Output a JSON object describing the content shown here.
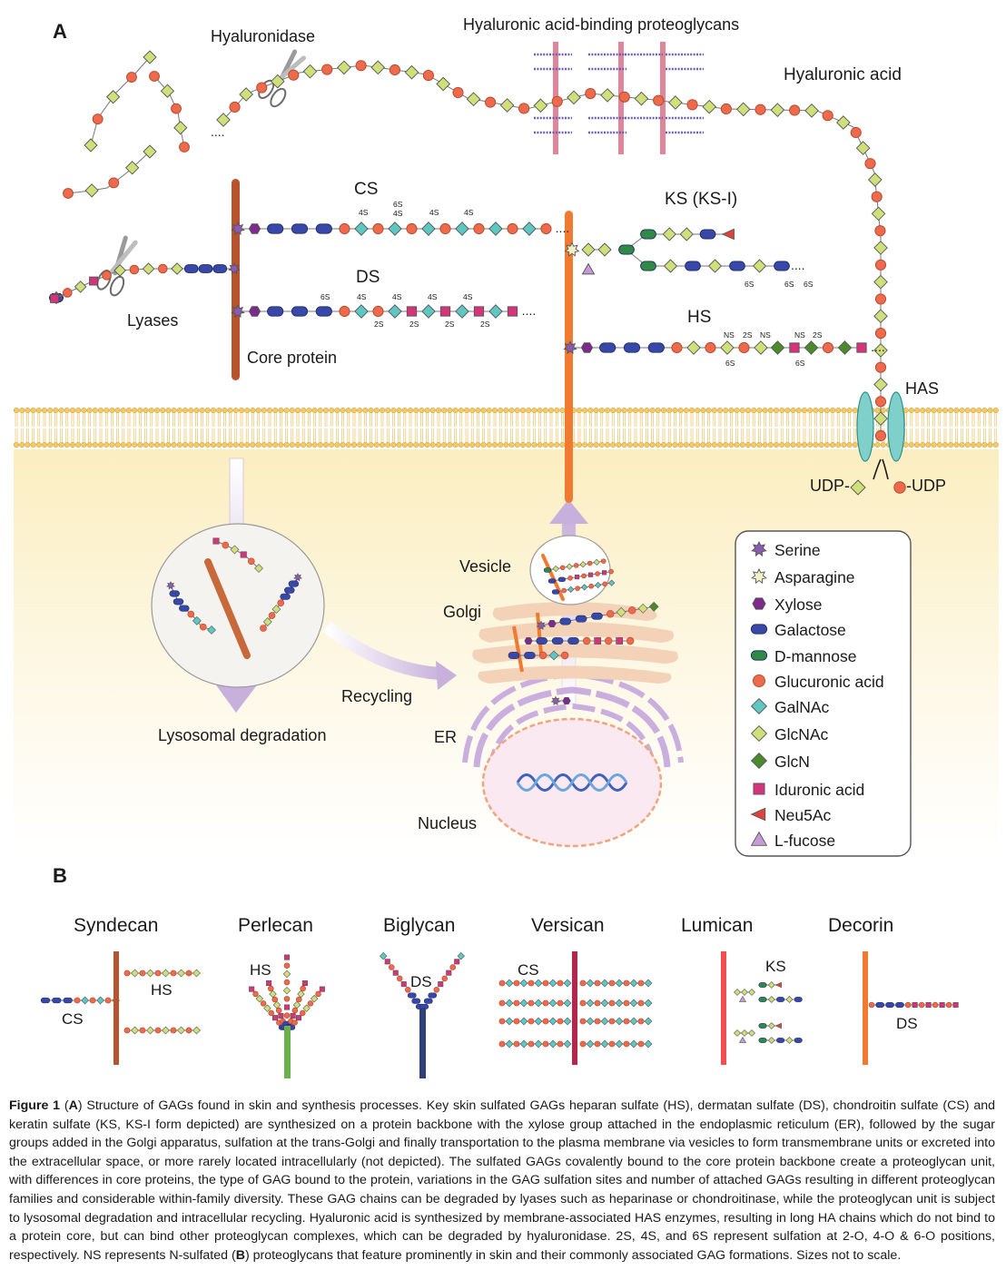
{
  "panel_a": {
    "letter": "A",
    "labels": {
      "hyaluronidase": "Hyaluronidase",
      "ha_binding": "Hyaluronic acid-binding proteoglycans",
      "hyaluronic_acid": "Hyaluronic acid",
      "cs": "CS",
      "ds": "DS",
      "ks": "KS (KS-I)",
      "hs": "HS",
      "lyases": "Lyases",
      "core_protein": "Core protein",
      "has": "HAS",
      "udp_left": "UDP-",
      "udp_right": "-UDP",
      "vesicle": "Vesicle",
      "golgi": "Golgi",
      "recycling": "Recycling",
      "lysosomal": "Lysosomal degradation",
      "er": "ER",
      "nucleus": "Nucleus"
    },
    "sulfation": {
      "s2": "2S",
      "s4": "4S",
      "s6": "6S",
      "ns": "NS"
    }
  },
  "legend": {
    "items": [
      {
        "label": "Serine",
        "shape": "star",
        "color": "#8a5bb0"
      },
      {
        "label": "Asparagine",
        "shape": "star",
        "color": "#f3f0c8"
      },
      {
        "label": "Xylose",
        "shape": "hexagon",
        "color": "#7d2a8c"
      },
      {
        "label": "Galactose",
        "shape": "capsule",
        "color": "#3848a8"
      },
      {
        "label": "D-mannose",
        "shape": "capsule",
        "color": "#2f8a46"
      },
      {
        "label": "Glucuronic acid",
        "shape": "circle",
        "color": "#ee6a4c"
      },
      {
        "label": "GalNAc",
        "shape": "diamond",
        "color": "#5ec7c2"
      },
      {
        "label": "GlcNAc",
        "shape": "diamond",
        "color": "#cfe07a"
      },
      {
        "label": "GlcN",
        "shape": "diamond",
        "color": "#4a8a2a"
      },
      {
        "label": "Iduronic acid",
        "shape": "square",
        "color": "#d4347a"
      },
      {
        "label": "Neu5Ac",
        "shape": "triangle-left",
        "color": "#e0413a"
      },
      {
        "label": "L-fucose",
        "shape": "triangle-up",
        "color": "#c79ad6"
      }
    ]
  },
  "panel_b": {
    "letter": "B",
    "proteoglycans": [
      {
        "name": "Syndecan",
        "gags": [
          "CS",
          "HS"
        ]
      },
      {
        "name": "Perlecan",
        "gags": [
          "HS"
        ]
      },
      {
        "name": "Biglycan",
        "gags": [
          "DS"
        ]
      },
      {
        "name": "Versican",
        "gags": [
          "CS"
        ]
      },
      {
        "name": "Lumican",
        "gags": [
          "KS"
        ]
      },
      {
        "name": "Decorin",
        "gags": [
          "DS"
        ]
      }
    ]
  },
  "caption": {
    "label": "Figure 1",
    "text_1": " (",
    "a": "A",
    "text_2": ") Structure of GAGs found in skin and synthesis processes. Key skin sulfated GAGs heparan sulfate (HS), dermatan sulfate (DS), chondroitin sulfate (CS) and keratin sulfate (KS, KS-I form depicted) are synthesized on a protein backbone with the xylose group attached in the endoplasmic reticulum (ER), followed by the sugar groups added in the Golgi apparatus, sulfation at the trans-Golgi and finally transportation to the plasma membrane via vesicles to form transmembrane units or excreted into the extracellular space, or more rarely located intracellularly (not depicted). The sulfated GAGs covalently bound to the core protein backbone create a proteoglycan unit, with differences in core proteins, the type of GAG bound to the protein, variations in the GAG sulfation sites and number of attached GAGs resulting in different proteoglycan families and considerable within-family diversity. These GAG chains can be degraded by lyases such as heparinase or chondroitinase, while the proteoglycan unit is subject to lysosomal degradation and intracellular recycling. Hyaluronic acid is synthesized by membrane-associated HAS enzymes, resulting in long HA chains which do not bind to a protein core, but can bind other proteoglycan complexes, which can be degraded by hyaluronidase. 2S, 4S, and 6S represent sulfation at 2-O, 4-O & 6-O positions, respectively. NS represents N-sulfated (",
    "b": "B",
    "text_3": ") proteoglycans that feature prominently in skin and their commonly associated GAG formations. Sizes not to scale."
  }
}
